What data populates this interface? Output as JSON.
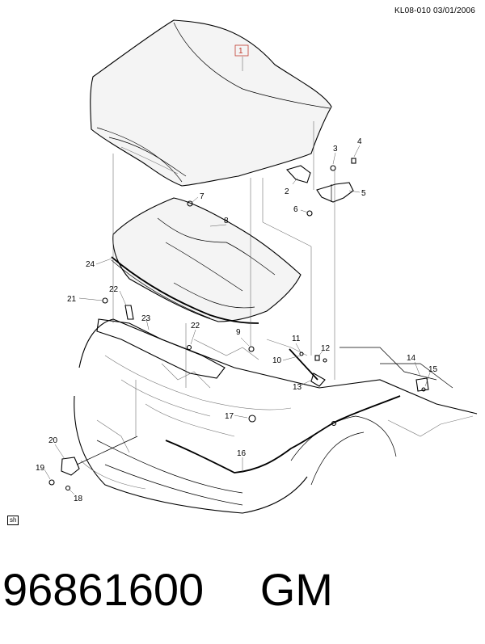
{
  "header": {
    "code": "KL08-010  03/01/2006"
  },
  "callouts": [
    "1",
    "2",
    "3",
    "4",
    "5",
    "6",
    "7",
    "8",
    "9",
    "10",
    "11",
    "12",
    "13",
    "14",
    "15",
    "16",
    "17",
    "18",
    "19",
    "20",
    "21",
    "22",
    "22",
    "23",
    "24"
  ],
  "footer": {
    "part_number": "96861600",
    "brand": "GM"
  },
  "badge": {
    "label": "sh"
  },
  "colors": {
    "callout_highlight": "#c0392b"
  }
}
